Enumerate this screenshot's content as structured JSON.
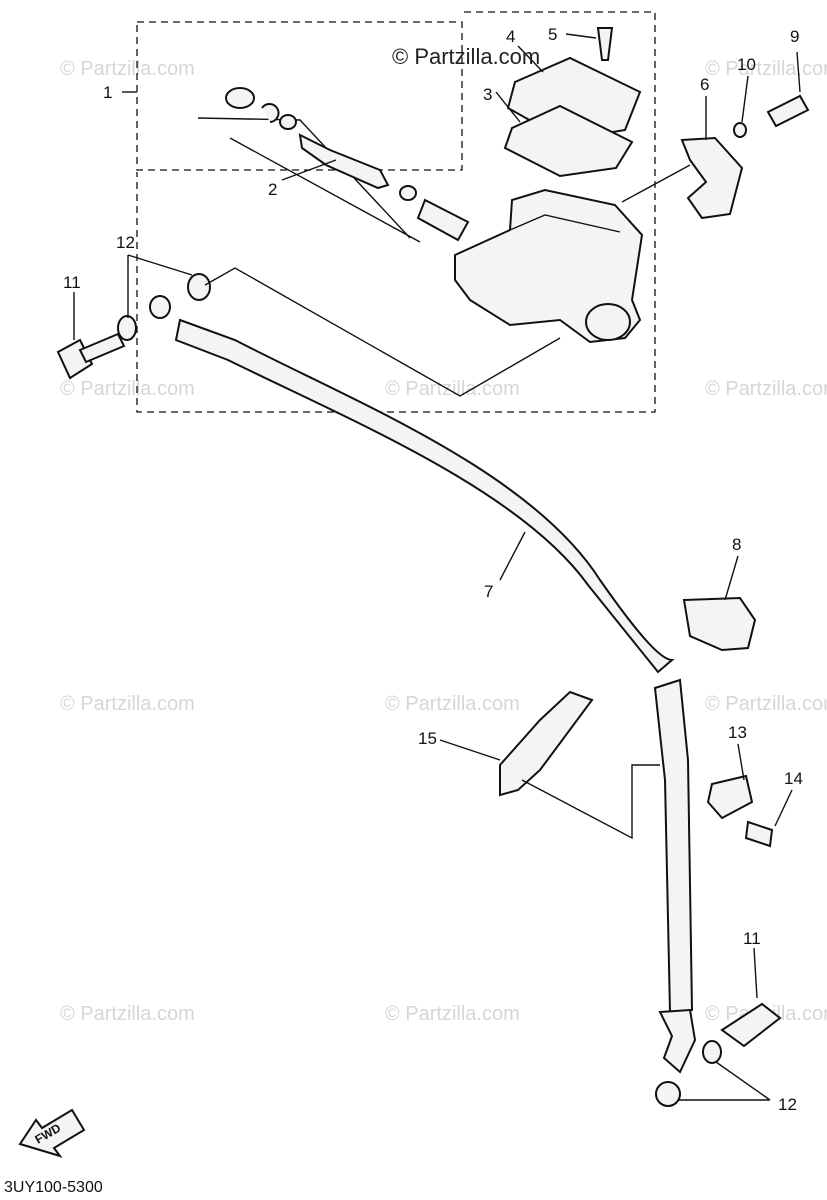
{
  "credit": "© Partzilla.com",
  "watermark": "© Partzilla.com",
  "diagram_code": "3UY100-5300",
  "direction_badge": "FWD",
  "callouts": {
    "c1": "1",
    "c2": "2",
    "c3": "3",
    "c4": "4",
    "c5": "5",
    "c6": "6",
    "c7": "7",
    "c8": "8",
    "c9": "9",
    "c10": "10",
    "c11a": "11",
    "c11b": "11",
    "c12a": "12",
    "c12b": "12",
    "c13": "13",
    "c14": "14",
    "c15": "15"
  }
}
